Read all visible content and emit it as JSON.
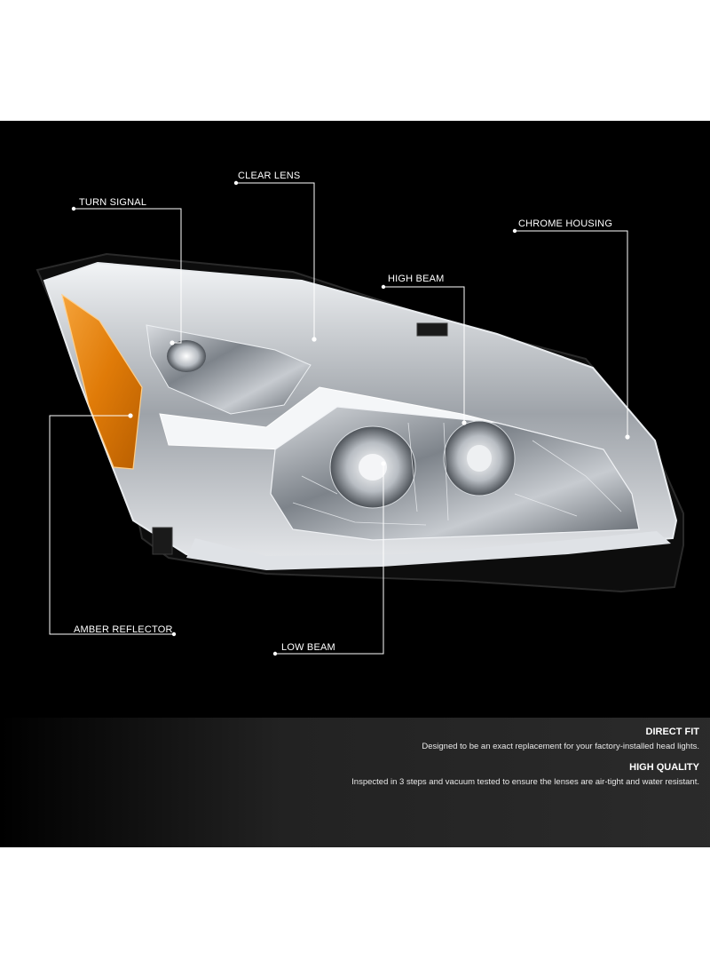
{
  "callouts": {
    "turn_signal": "TURN SIGNAL",
    "clear_lens": "CLEAR LENS",
    "chrome_housing": "CHROME HOUSING",
    "high_beam": "HIGH BEAM",
    "amber_reflector": "AMBER REFLECTOR",
    "low_beam": "LOW BEAM"
  },
  "features": [
    {
      "title": "DIRECT FIT",
      "description": "Designed to be an exact replacement for your factory-installed head lights."
    },
    {
      "title": "HIGH QUALITY",
      "description": "Inspected in 3 steps and vacuum tested to ensure the lenses are air-tight and water resistant."
    }
  ],
  "colors": {
    "background": "#000000",
    "amber": "#e8820c",
    "chrome": "#c9ccd0",
    "callout_line": "#ffffff"
  }
}
